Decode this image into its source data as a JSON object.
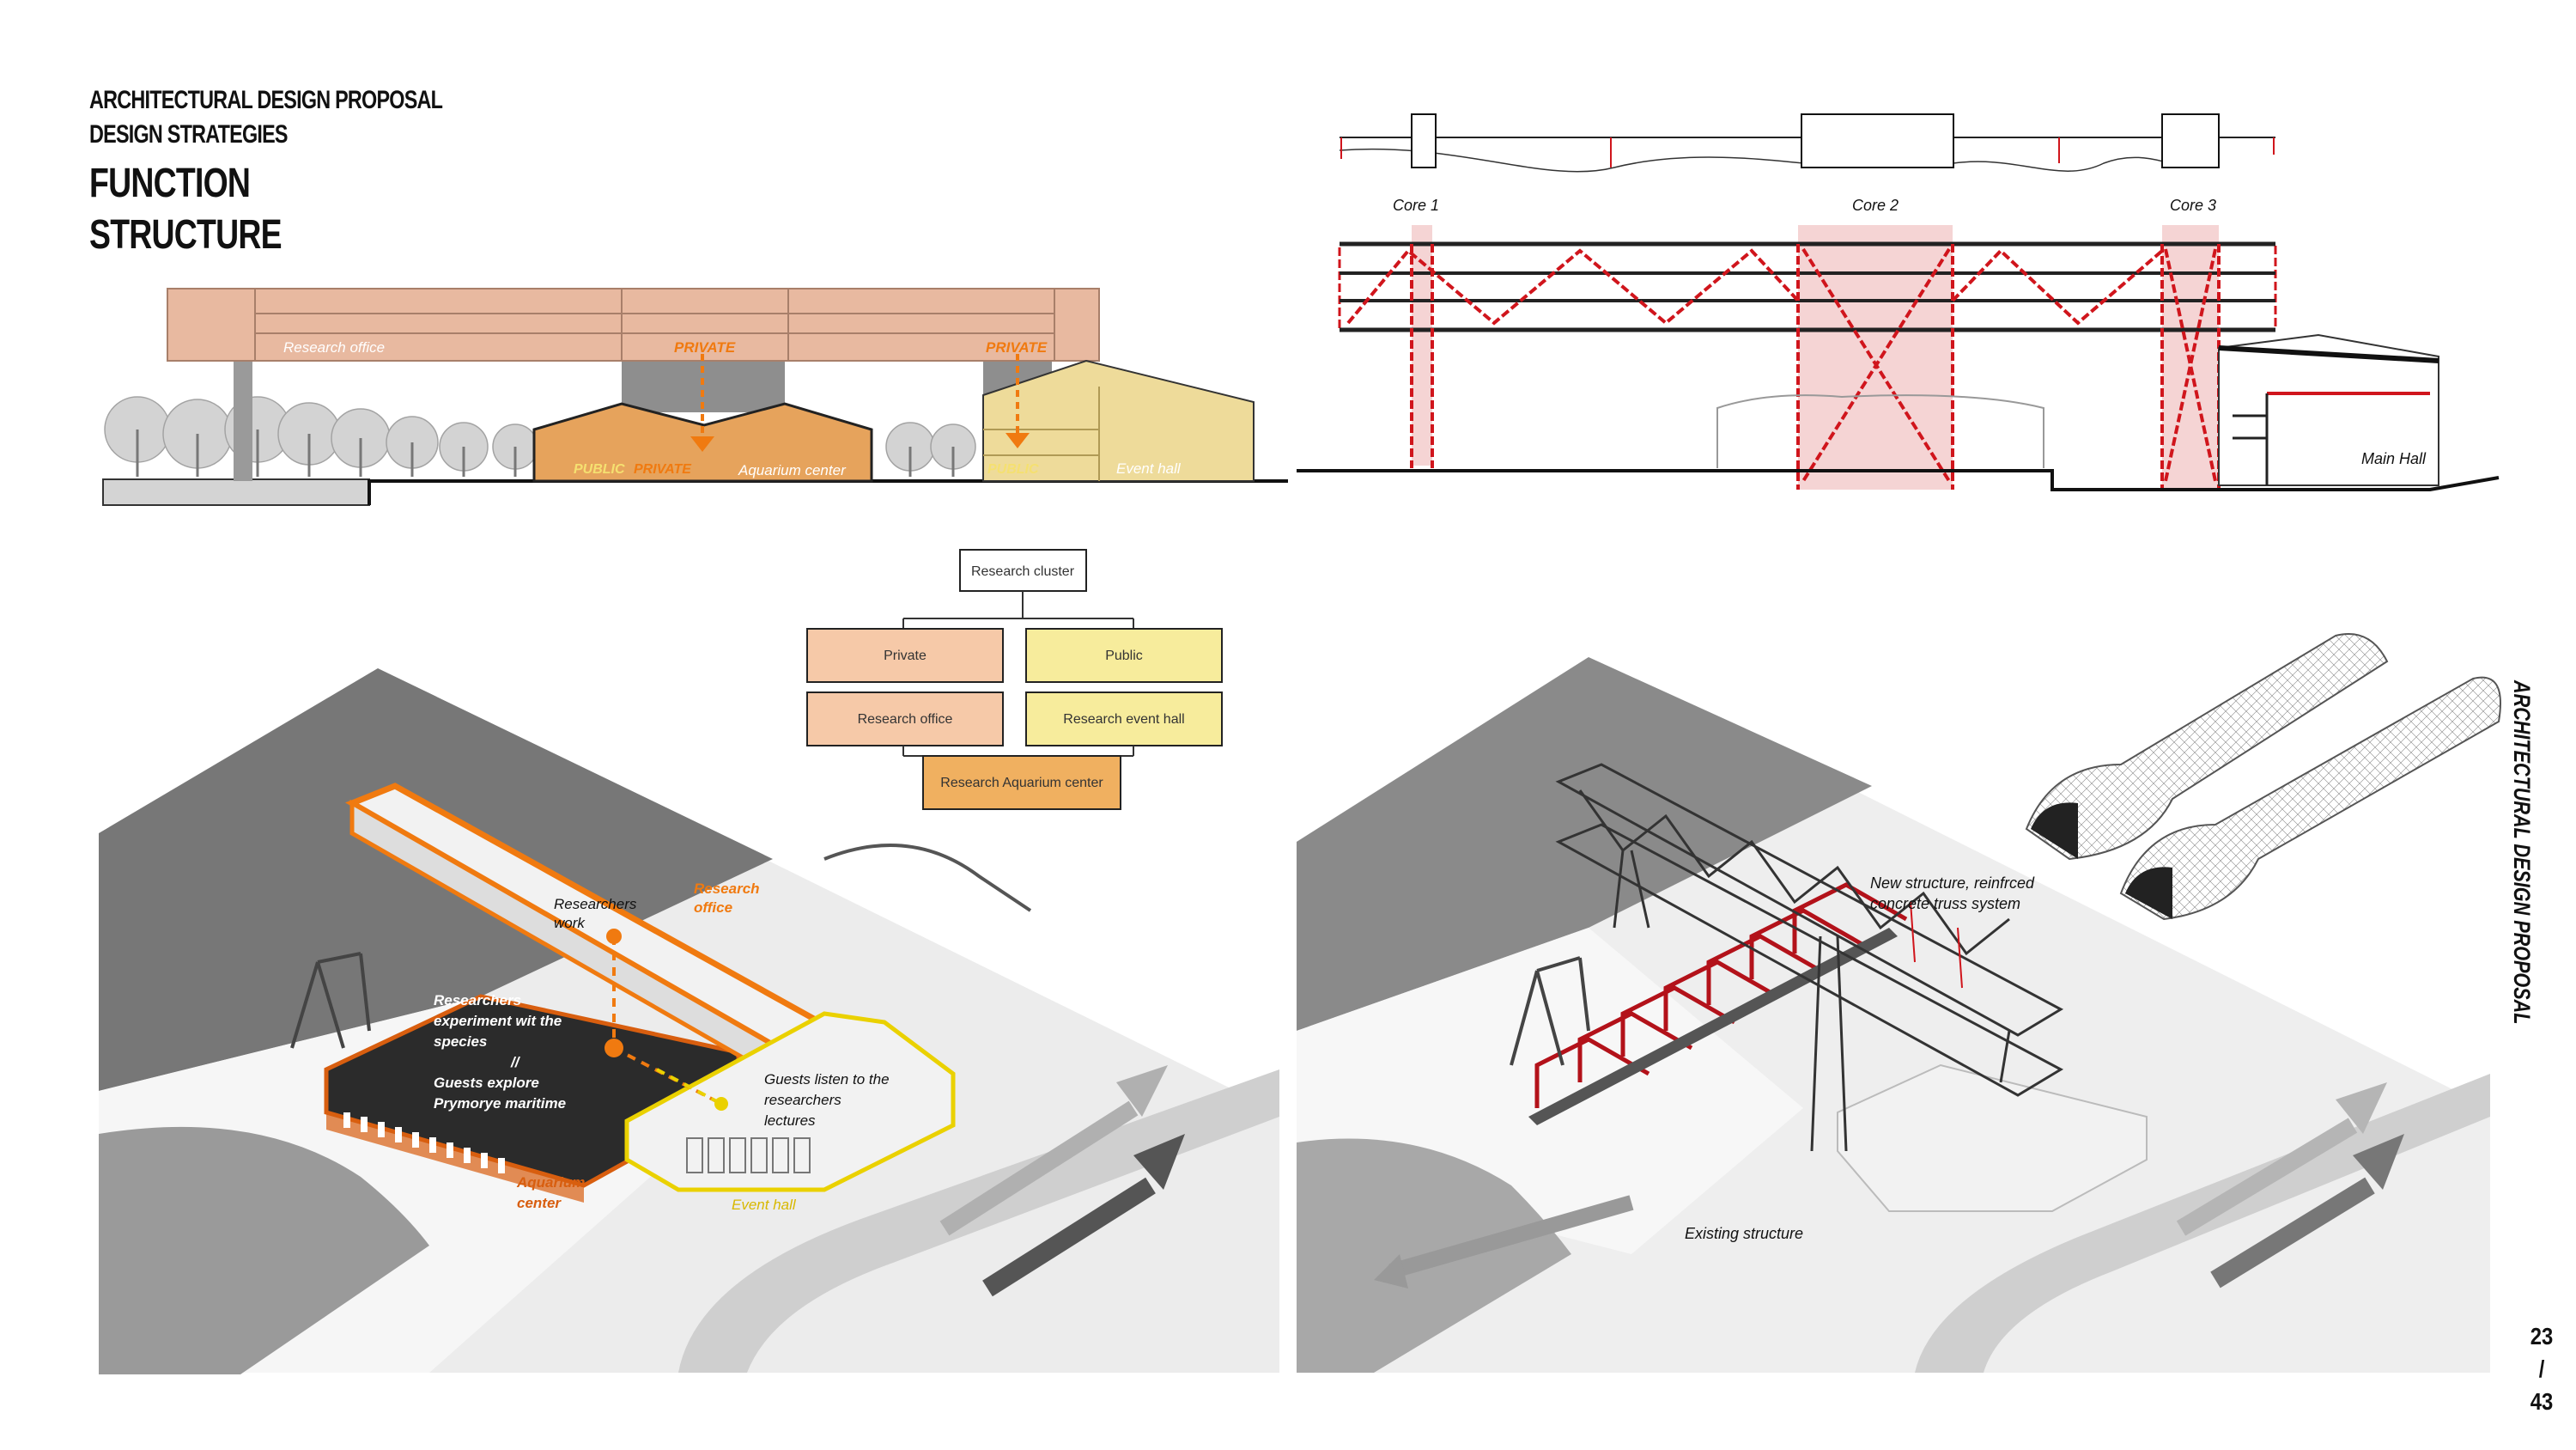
{
  "header": {
    "line1": "ARCHITECTURAL DESIGN PROPOSAL",
    "line2": "DESIGN STRATEGIES",
    "line3": "FUNCTION",
    "line4": "STRUCTURE"
  },
  "side_title": "ARCHITECTURAL DESIGN PROPOSAL",
  "page": {
    "current": "23",
    "sep": "/",
    "total": "43"
  },
  "section_left": {
    "research_office": "Research office",
    "private1": "PRIVATE",
    "private2": "PRIVATE",
    "public_label": "PUBLIC",
    "private3": "PRIVATE",
    "aquarium_center": "Aquarium center",
    "public2": "PUBLIC",
    "event_hall": "Event hall"
  },
  "section_right": {
    "core1": "Core 1",
    "core2": "Core 2",
    "core3": "Core 3",
    "main_hall": "Main Hall"
  },
  "diagram": {
    "top": "Research cluster",
    "private": "Private",
    "public": "Public",
    "research_office": "Research office",
    "event_hall": "Research event hall",
    "aquarium": "Research Aquarium center"
  },
  "axo_left": {
    "researchers_work": [
      "Researchers",
      "work"
    ],
    "research_office": [
      "Research",
      "office"
    ],
    "experiment": [
      "Researchers",
      "experiment wit the",
      "species",
      "//",
      "Guests explore",
      "Prymorye maritime"
    ],
    "guests_listen": [
      "Guests listen to the",
      "researchers",
      "lectures"
    ],
    "aquarium": [
      "Aquarium",
      "center"
    ],
    "event_hall": "Event hall"
  },
  "axo_right": {
    "new_structure": [
      "New structure, reinfrced",
      "concrete truss system"
    ],
    "existing": "Existing structure"
  },
  "colors": {
    "office": "#E8B9A0",
    "aquarium": "#E6A35C",
    "event": "#EEDB9A",
    "accent": "#F07A10",
    "struct": "#D0151C"
  }
}
